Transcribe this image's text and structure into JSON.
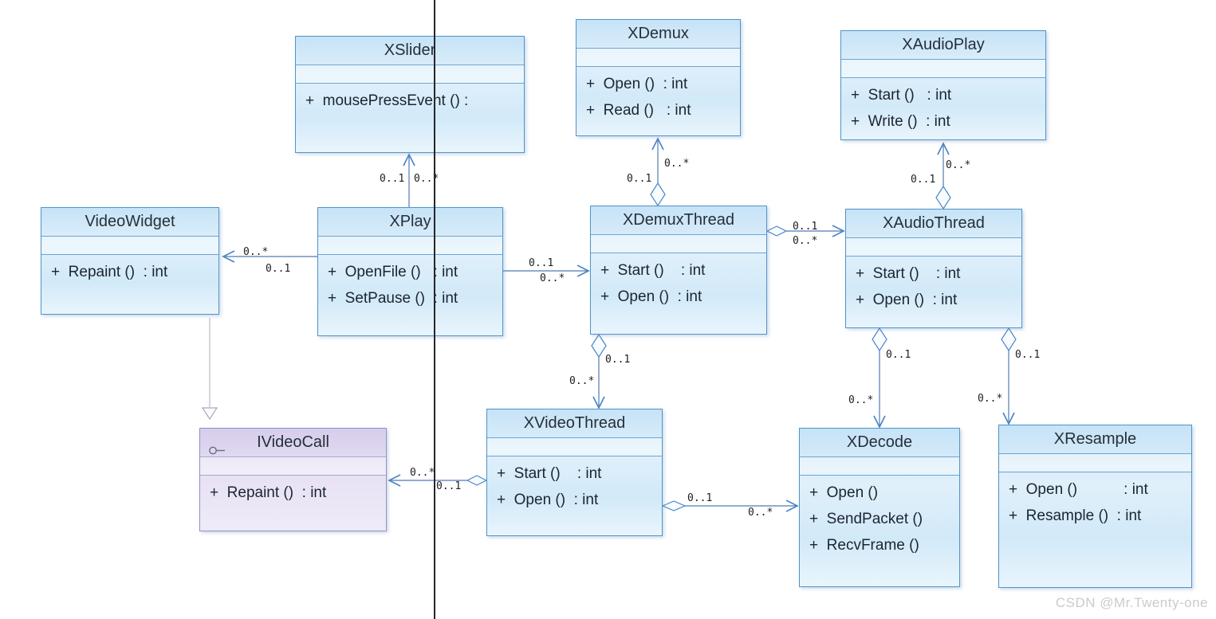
{
  "watermark": "CSDN @Mr.Twenty-one",
  "mult": {
    "zero_one": "0..1",
    "zero_many": "0..*"
  },
  "colors": {
    "box_border": "#5095c8",
    "box_divider": "#6aa6d4",
    "interface_border": "#9191c6",
    "line_color": "#4f7ab0",
    "arrow_color": "#4a86c8",
    "realization_color": "#b3b3c6",
    "divider_line": "#26262a",
    "watermark_color": "#cbcbcb"
  },
  "classes": {
    "xslider": {
      "name": "XSlider",
      "ops": [
        "+  mousePressEvent () :"
      ]
    },
    "xdemux": {
      "name": "XDemux",
      "ops": [
        "+  Open ()  : int",
        "+  Read ()   : int"
      ]
    },
    "xaudioplay": {
      "name": "XAudioPlay",
      "ops": [
        "+  Start ()   : int",
        "+  Write ()  : int"
      ]
    },
    "videowidget": {
      "name": "VideoWidget",
      "ops": [
        "+  Repaint ()  : int"
      ]
    },
    "xplay": {
      "name": "XPlay",
      "ops": [
        "+  OpenFile ()   : int",
        "+  SetPause ()  : int"
      ]
    },
    "xdemuxthread": {
      "name": "XDemuxThread",
      "ops": [
        "+  Start ()    : int",
        "+  Open ()  : int"
      ]
    },
    "xaudiothread": {
      "name": "XAudioThread",
      "ops": [
        "+  Start ()    : int",
        "+  Open ()  : int"
      ]
    },
    "ivideocall": {
      "name": "IVideoCall",
      "ops": [
        "+  Repaint ()  : int"
      ]
    },
    "xvideothread": {
      "name": "XVideoThread",
      "ops": [
        "+  Start ()    : int",
        "+  Open ()  : int"
      ]
    },
    "xdecode": {
      "name": "XDecode",
      "ops": [
        "+  Open ()",
        "+  SendPacket ()",
        "+  RecvFrame ()"
      ]
    },
    "xresample": {
      "name": "XResample",
      "ops": [
        "+  Open ()           : int",
        "+  Resample ()  : int"
      ]
    }
  }
}
